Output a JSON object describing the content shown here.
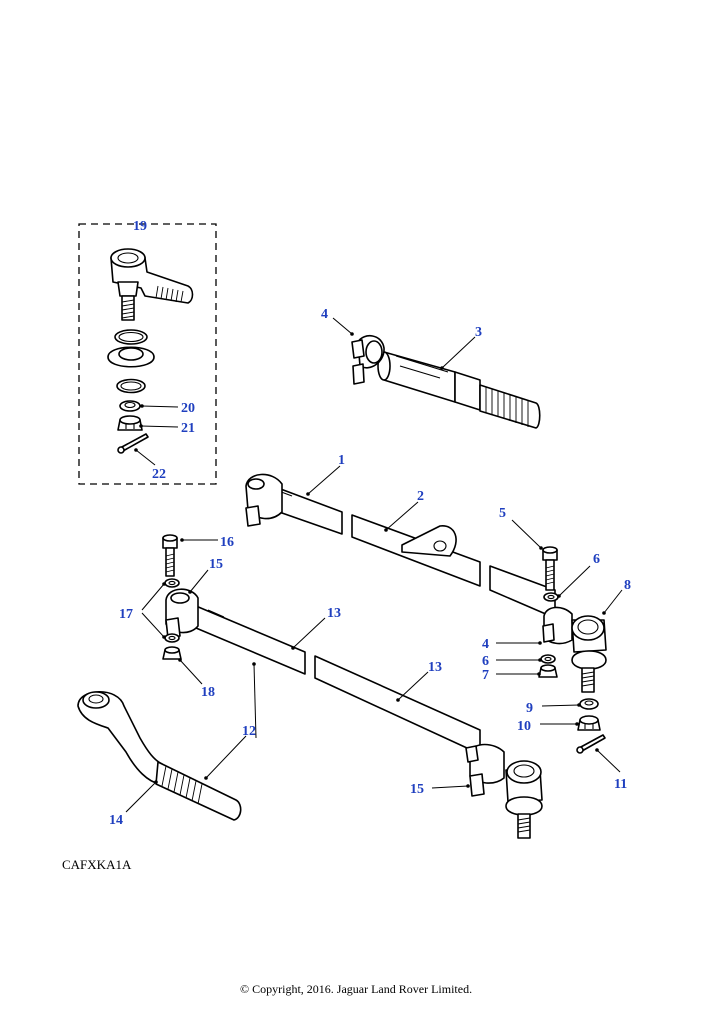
{
  "diagram": {
    "reference_code": "CAFXKA1A",
    "copyright": "© Copyright, 2016. Jaguar Land Rover Limited.",
    "callout_color": "#1f3fbf",
    "callouts": {
      "c1": "1",
      "c2": "2",
      "c3": "3",
      "c4a": "4",
      "c4b": "4",
      "c5": "5",
      "c6a": "6",
      "c6b": "6",
      "c7": "7",
      "c8": "8",
      "c9": "9",
      "c10": "10",
      "c11": "11",
      "c12a": "12",
      "c12b": "12",
      "c13a": "13",
      "c13b": "13",
      "c14": "14",
      "c15a": "15",
      "c15b": "15",
      "c16": "16",
      "c17": "17",
      "c18": "18",
      "c19": "19",
      "c20": "20",
      "c21": "21",
      "c22": "22"
    }
  }
}
